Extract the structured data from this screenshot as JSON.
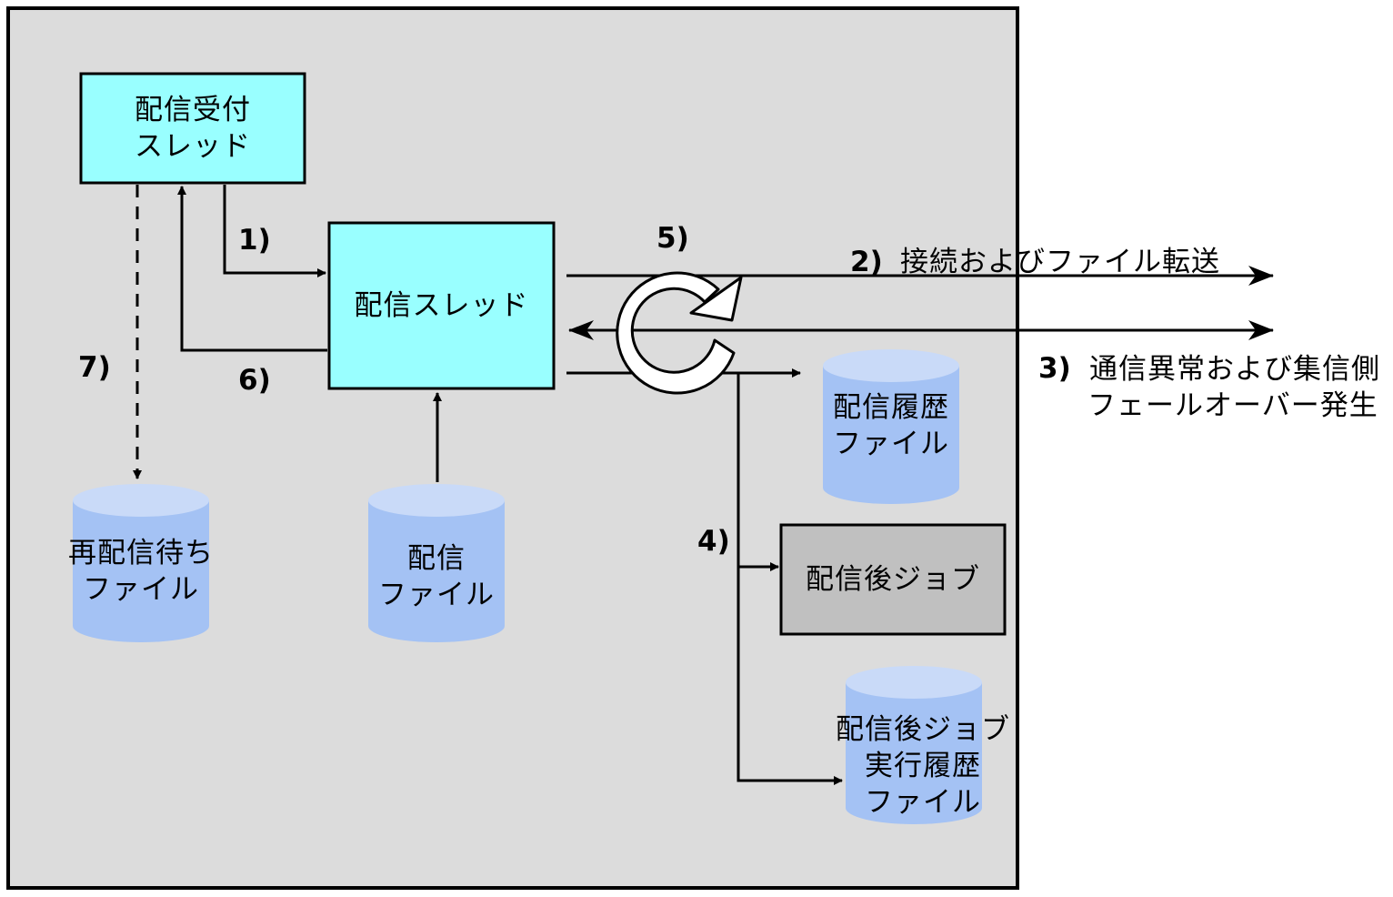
{
  "colors": {
    "panel": "#dcdcdc",
    "thread_box": "#99ffff",
    "job_box": "#c0c0c0",
    "cylinder_body": "#a4c2f4",
    "cylinder_top": "#c9daf8"
  },
  "nodes": {
    "reception_thread": {
      "line1": "配信受付",
      "line2": "スレッド"
    },
    "delivery_thread": {
      "label": "配信スレッド"
    },
    "delivery_file": {
      "line1": "配信",
      "line2": "ファイル"
    },
    "redelivery_wait_file": {
      "line1": "再配信待ち",
      "line2": "ファイル"
    },
    "delivery_history_file": {
      "line1": "配信履歴",
      "line2": "ファイル"
    },
    "post_delivery_job": {
      "label": "配信後ジョブ"
    },
    "post_job_history_file": {
      "line1": "配信後ジョブ",
      "line2": "実行履歴",
      "line3": "ファイル"
    }
  },
  "steps": {
    "s1": "1)",
    "s2": "2)",
    "s3": "3)",
    "s4": "4)",
    "s5": "5)",
    "s6": "6)",
    "s7": "7)"
  },
  "external": {
    "connect_transfer": "接続およびファイル転送",
    "error_line1": "通信異常および集信側",
    "error_line2": "フェールオーバー発生"
  },
  "icons": {
    "retry": "circular-retry-arrow-icon"
  }
}
